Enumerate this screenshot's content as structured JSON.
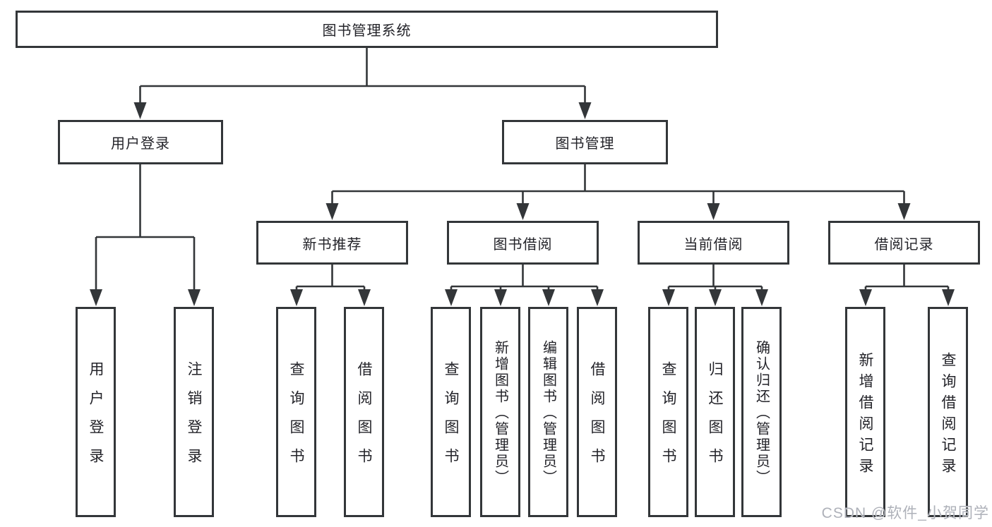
{
  "nodes": {
    "root": {
      "label": "图书管理系统"
    },
    "user_login": {
      "label": "用户登录"
    },
    "book_mgmt": {
      "label": "图书管理"
    },
    "new_book_rec": {
      "label": "新书推荐"
    },
    "book_borrow": {
      "label": "图书借阅"
    },
    "current_borrow": {
      "label": "当前借阅"
    },
    "borrow_records": {
      "label": "借阅记录"
    },
    "leaf_user_login": {
      "label": "用户登录"
    },
    "leaf_logout": {
      "label": "注销登录"
    },
    "leaf_rec_query": {
      "label": "查询图书"
    },
    "leaf_rec_borrow": {
      "label": "借阅图书"
    },
    "leaf_bb_query": {
      "label": "查询图书"
    },
    "leaf_bb_add": {
      "label": "新增图书（管理员）"
    },
    "leaf_bb_edit": {
      "label": "编辑图书（管理员）"
    },
    "leaf_bb_borrow": {
      "label": "借阅图书"
    },
    "leaf_cb_query": {
      "label": "查询图书"
    },
    "leaf_cb_return": {
      "label": "归还图书"
    },
    "leaf_cb_confirm": {
      "label": "确认归还（管理员）"
    },
    "leaf_br_add": {
      "label": "新增借阅记录"
    },
    "leaf_br_query": {
      "label": "查询借阅记录"
    }
  },
  "watermark": "CSDN @软件_小贺同学",
  "colors": {
    "line": "#333639",
    "text": "#232329",
    "background": "#ffffff",
    "watermark_text": "#aeb1b9"
  }
}
